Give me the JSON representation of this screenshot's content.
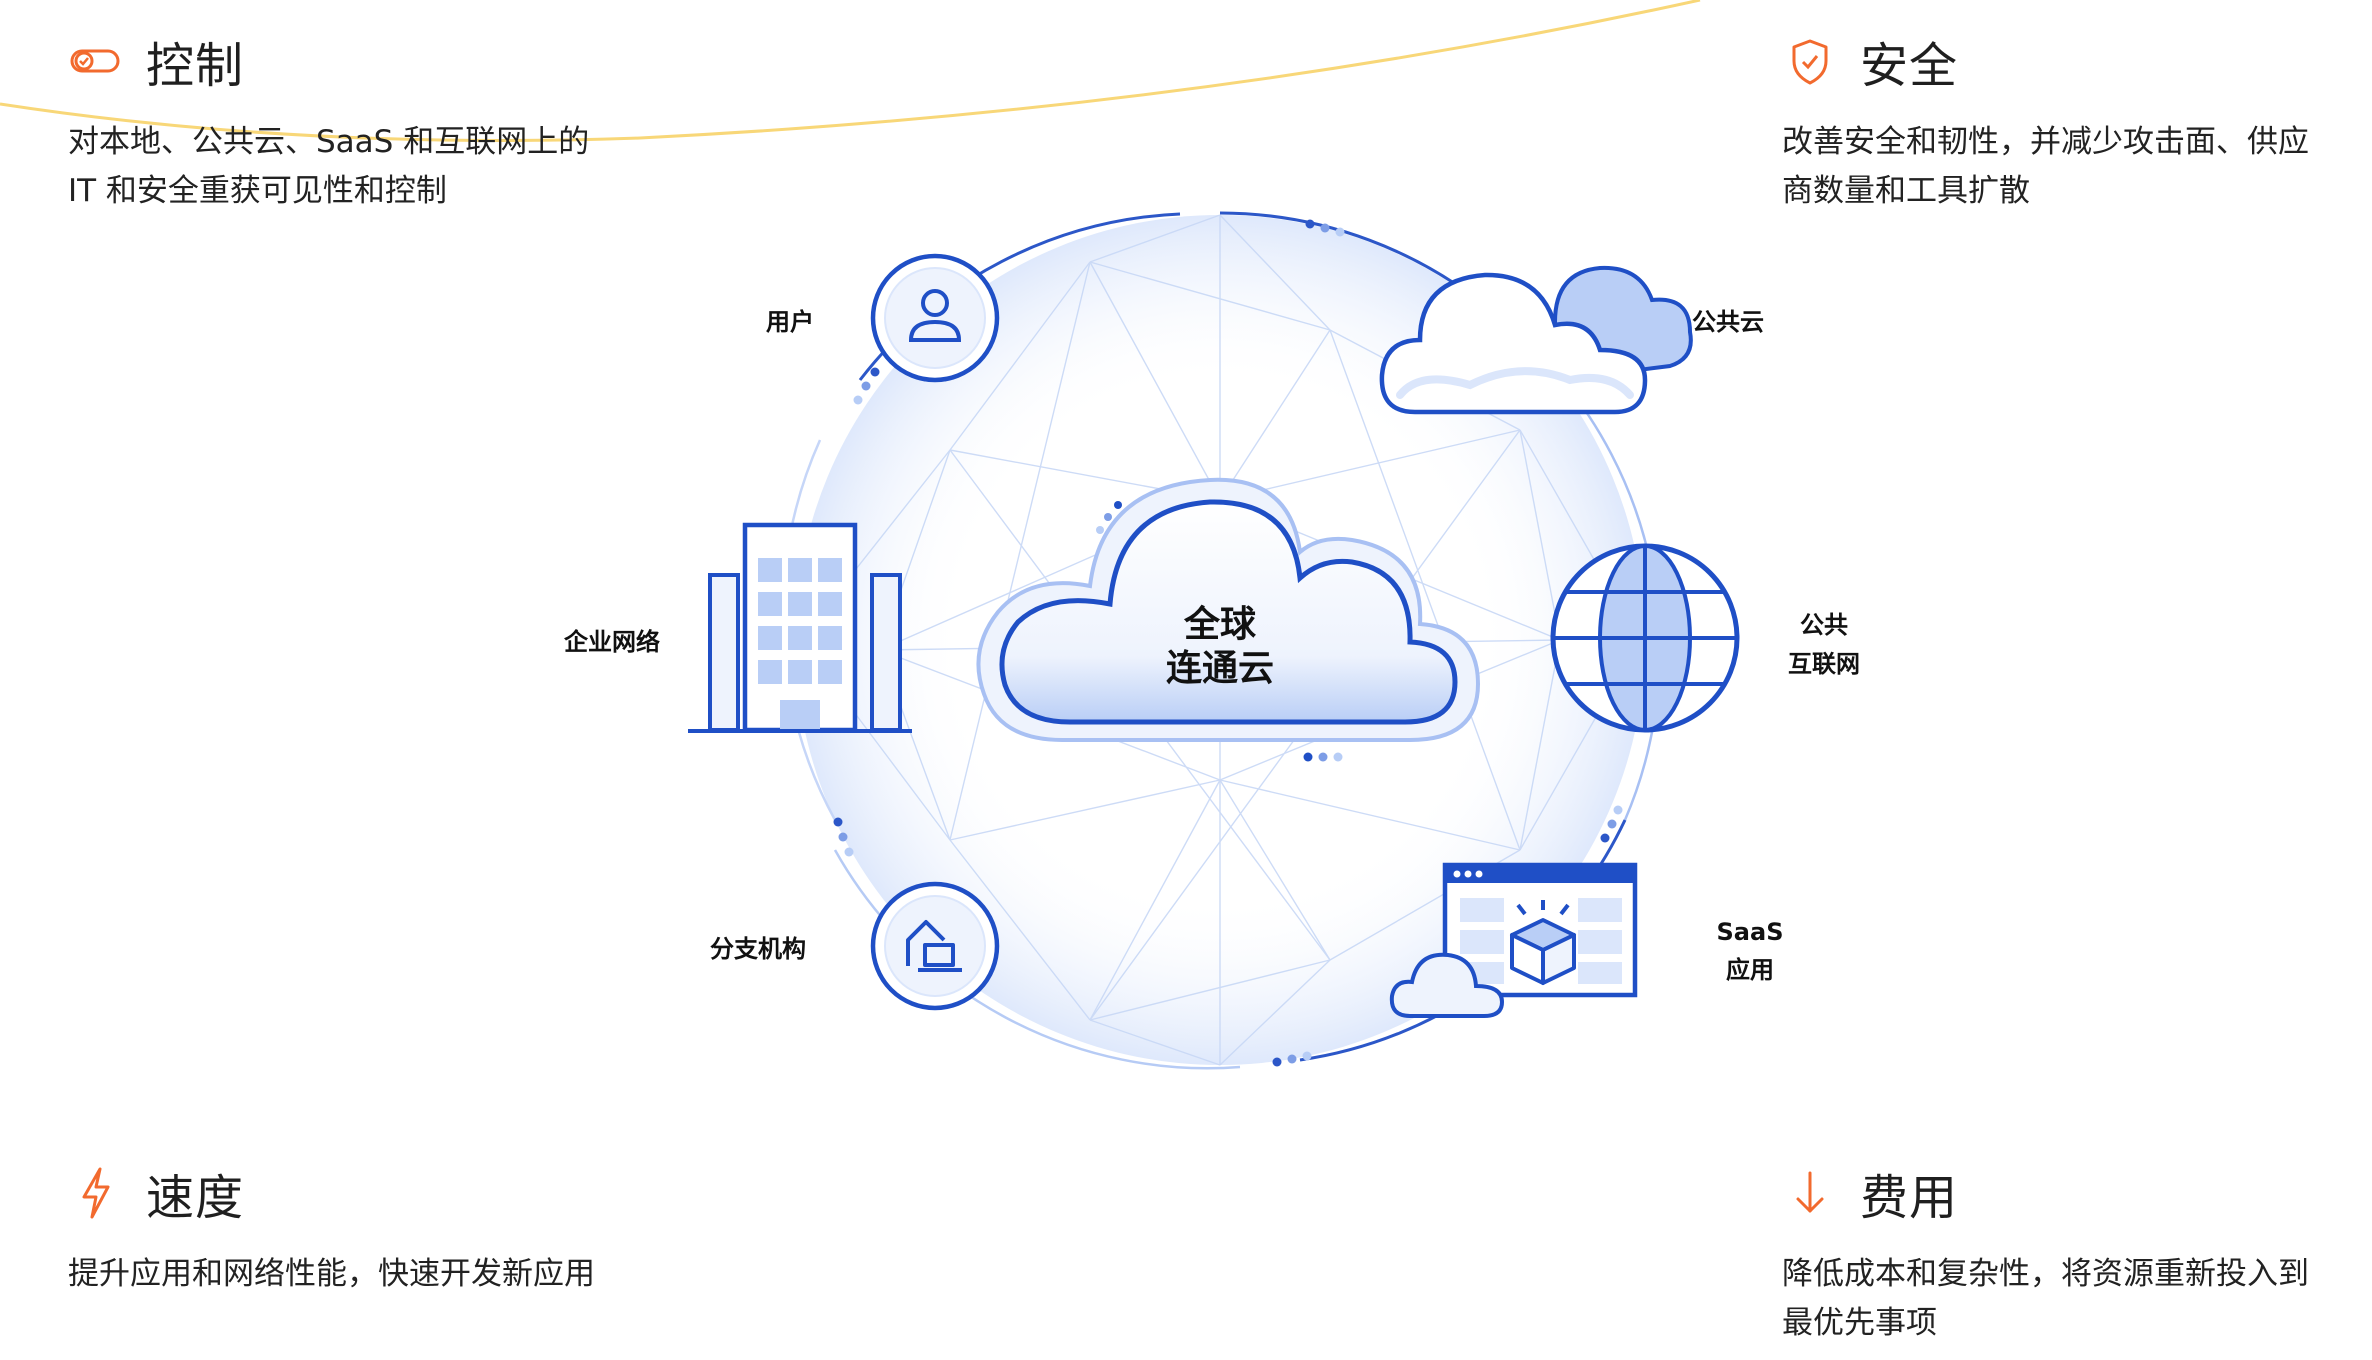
{
  "corners": {
    "control": {
      "icon": "toggle-icon",
      "title": "控制",
      "desc": "对本地、公共云、SaaS 和互联网上的\nIT 和安全重获可见性和控制"
    },
    "security": {
      "icon": "shield-icon",
      "title": "安全",
      "desc": "改善安全和韧性，并减少攻击面、供应\n商数量和工具扩散"
    },
    "speed": {
      "icon": "lightning-icon",
      "title": "速度",
      "desc": "提升应用和网络性能，快速开发新应用"
    },
    "cost": {
      "icon": "arrow-down-icon",
      "title": "费用",
      "desc": "降低成本和复杂性，将资源重新投入到\n最优先事项"
    }
  },
  "diagram": {
    "center": {
      "line1": "全球",
      "line2": "连通云"
    },
    "nodes": {
      "users": "用户",
      "enterprise": "企业网络",
      "branch": "分支机构",
      "public_cloud": "公共云",
      "internet_line1": "公共",
      "internet_line2": "互联网",
      "saas_line1": "SaaS",
      "saas_line2": "应用"
    }
  },
  "colors": {
    "accent_orange": "#f26a2e",
    "primary_blue": "#1f4fc6",
    "light_blue": "#b7cdf6",
    "pale_blue": "#e6eefc",
    "yellow_arc": "#f8d778"
  }
}
